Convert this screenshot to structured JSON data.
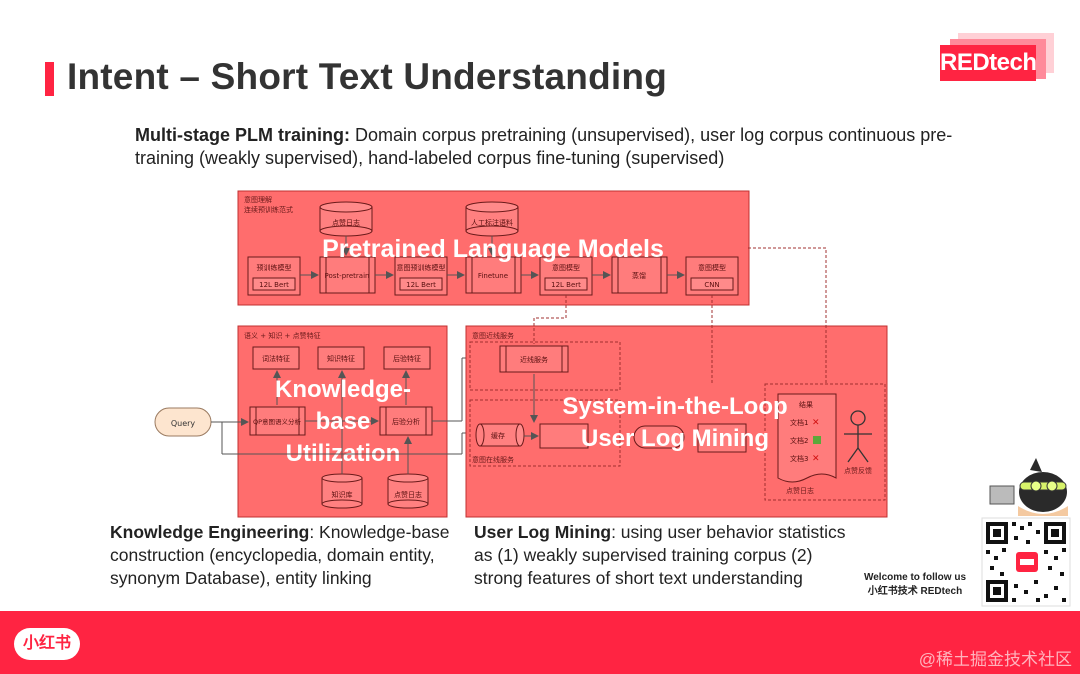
{
  "slide": {
    "title": "Intent – Short Text Understanding",
    "brand": "REDtech",
    "subtitle_bold": "Multi-stage PLM training:",
    "subtitle_rest": " Domain corpus pretraining (unsupervised), user log corpus continuous pre-training (weakly supervised), hand-labeled corpus fine-tuning (supervised)",
    "bottom_left_bold": "Knowledge Engineering",
    "bottom_left_rest": ": Knowledge-base construction (encyclopedia, domain entity, synonym Database), entity linking",
    "bottom_right_bold": "User Log Mining",
    "bottom_right_rest": ": using user behavior statistics as (1) weakly supervised training corpus (2) strong features of short text understanding",
    "welcome_line1": "Welcome to follow us",
    "welcome_line2": "小红书技术 REDtech",
    "footer_logo": "小红书",
    "watermark": "@稀土掘金技术社区"
  },
  "diagram": {
    "overlay_top_label": "Pretrained Language Models",
    "overlay_left_line1": "Knowledge-",
    "overlay_left_line2": "base",
    "overlay_left_line3": "Utilization",
    "overlay_right_line1": "System-in-the-Loop",
    "overlay_right_line2": "User Log Mining",
    "top_caption_line1": "意图理解",
    "top_caption_line2": "连续预训练范式",
    "db_search_log": "点赞日志",
    "db_manual": "人工标注语料",
    "pipeline": [
      {
        "name": "预训练模型",
        "inner": "12L Bert"
      },
      {
        "name": "Post-pretrain",
        "inner": ""
      },
      {
        "name": "意图预训练模型",
        "inner": "12L Bert"
      },
      {
        "name": "Finetune",
        "inner": ""
      },
      {
        "name": "意图模型",
        "inner": "12L Bert"
      },
      {
        "name": "蒸馏",
        "inner": ""
      },
      {
        "name": "意图模型",
        "inner": "CNN"
      }
    ],
    "left_caption": "语义 + 知识 + 点赞特征",
    "left_features": [
      "词法特征",
      "知识特征",
      "后验特征"
    ],
    "left_process_1": "QP意图语义分析",
    "left_process_2": "后验分析",
    "left_db_1": "知识库",
    "left_db_2": "点赞日志",
    "query_label": "Query",
    "right_caption": "意图近线服务",
    "right_nearline_service": "近线服务",
    "right_cache": "缓存",
    "right_online_caption": "意图在线服务",
    "doc_title": "结果",
    "doc_items": [
      "文档1",
      "文档2",
      "文档3"
    ],
    "user_feedback": "点赞反馈",
    "doc_log": "点赞日志"
  }
}
